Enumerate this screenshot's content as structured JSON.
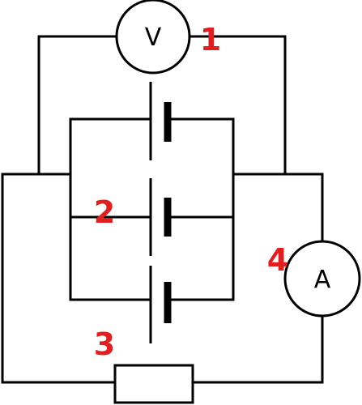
{
  "voltmeter": {
    "symbol": "V"
  },
  "ammeter": {
    "symbol": "A"
  },
  "labels": {
    "one": "1",
    "two": "2",
    "three": "3",
    "four": "4"
  },
  "colors": {
    "label": "#e02020",
    "line": "#000000"
  }
}
